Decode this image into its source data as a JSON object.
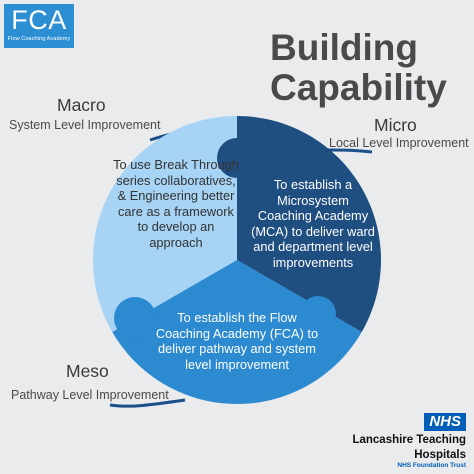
{
  "logo": {
    "main": "FCA",
    "sub": "Flow Coaching Academy"
  },
  "title": {
    "line1": "Building",
    "line2": "Capability"
  },
  "labels": {
    "macro": {
      "name": "Macro",
      "desc": "System Level Improvement"
    },
    "micro": {
      "name": "Micro",
      "desc": "Local Level Improvement"
    },
    "meso": {
      "name": "Meso",
      "desc": "Pathway Level Improvement"
    }
  },
  "segments": {
    "macro": "To use Break Through series collaboratives, & Engineering better care as a framework to develop an approach",
    "micro": "To establish a Microsystem Coaching Academy (MCA) to deliver ward and department level improvements",
    "meso": "To establish the Flow Coaching Academy (FCA) to deliver pathway and system level improvement"
  },
  "colors": {
    "macro": "#a7d3f4",
    "micro": "#1f4e80",
    "meso": "#2b8ad0",
    "accent": "#1a4f8a"
  },
  "nhs": {
    "badge": "NHS",
    "org_line1": "Lancashire Teaching",
    "org_line2": "Hospitals",
    "trust": "NHS Foundation Trust"
  }
}
